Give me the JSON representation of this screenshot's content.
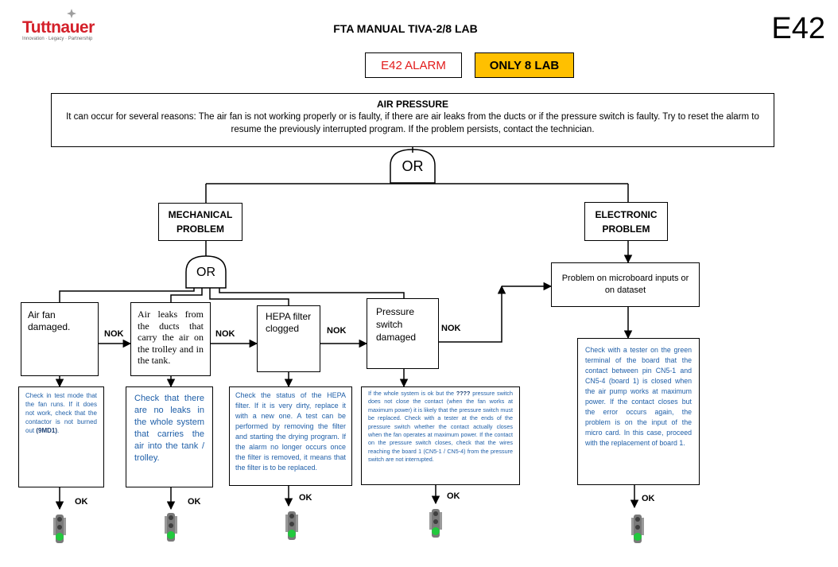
{
  "header": {
    "logo_text": "Tuttnauer",
    "logo_tagline": "Innovation · Legacy · Partnership",
    "title": "FTA MANUAL TIVA-2/8 LAB",
    "code": "E42"
  },
  "alarm": {
    "label": "E42 ALARM",
    "badge": "ONLY 8 LAB",
    "colors": {
      "alarm_text": "#e21b1b",
      "badge_fill": "#ffc000",
      "advice_text": "#1f5fa8",
      "logo_red": "#d4202a",
      "light_green": "#22c93d"
    }
  },
  "description": {
    "title": "AIR PRESSURE",
    "text": "It can occur for several reasons: The air fan is not working properly or is faulty, if there are air leaks from the ducts or if the pressure switch is faulty. Try to reset the alarm to resume the previously interrupted program. If the problem persists, contact the technician."
  },
  "gates": {
    "or_label": "OR"
  },
  "mechanical": {
    "title": "MECHANICAL PROBLEM",
    "causes": [
      {
        "label": "Air fan damaged."
      },
      {
        "label": "Air leaks from the ducts that carry the air on the trolley and in the tank."
      },
      {
        "label": "HEPA filter clogged"
      },
      {
        "label": "Pressure switch damaged"
      }
    ],
    "checks": [
      {
        "pre": "Check in test mode that the fan runs. If it does not work, check that the contactor is not burned out ",
        "bold": "(9MD1)",
        "post": "."
      },
      {
        "pre": "Check that there are no leaks in the whole system that carries the air into the tank / trolley.",
        "bold": "",
        "post": ""
      },
      {
        "pre": "Check the status of the HEPA filter. If it is very dirty, replace it with a new one. A test can be performed by removing the filter and starting the drying program. If the alarm no longer occurs once the filter is removed, it means that the filter is to be replaced.",
        "bold": "",
        "post": ""
      },
      {
        "pre": "If the whole system is ok but the ",
        "bold": "????",
        "post": " pressure switch does not close the contact (when the fan works at maximum power) it is likely that the pressure switch must be replaced. Check with a tester at the ends of the pressure switch whether the contact actually closes when the fan operates at maximum power. If the contact on the pressure switch closes, check that the wires reaching the board 1 (CN5-1 / CN5-4) from the pressure switch are not interrupted."
      }
    ]
  },
  "electronic": {
    "title": "ELECTRONIC PROBLEM",
    "cause": "Problem on microboard inputs or on dataset",
    "check": "Check with a tester on the green terminal of the board that the contact between pin CN5-1 and CN5-4 (board 1) is closed when the air pump works at maximum power. If the contact closes but the error occurs again, the problem is on the input of the micro card. In this case, proceed with the replacement of board 1."
  },
  "links": {
    "nok": "NOK",
    "ok": "OK"
  }
}
